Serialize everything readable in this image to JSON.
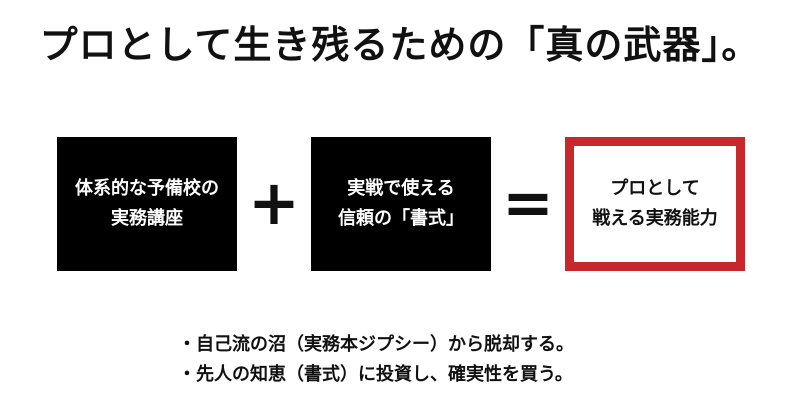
{
  "title": "プロとして生き残るための「真の武器」。",
  "equation": {
    "box1": {
      "line1": "体系的な予備校の",
      "line2": "実務講座"
    },
    "plus": "+",
    "box2": {
      "line1": "実戦で使える",
      "line2": "信頼の「書式」"
    },
    "equals": "=",
    "box3": {
      "line1": "プロとして",
      "line2": "戦える実務能力"
    }
  },
  "bullets": [
    "・自己流の沼（実務本ジプシー）から脱却する。",
    "・先人の知恵（書式）に投資し、確実性を買う。"
  ],
  "colors": {
    "box_dark": "#000000",
    "box_outline": "#c8282c",
    "text": "#111111"
  }
}
